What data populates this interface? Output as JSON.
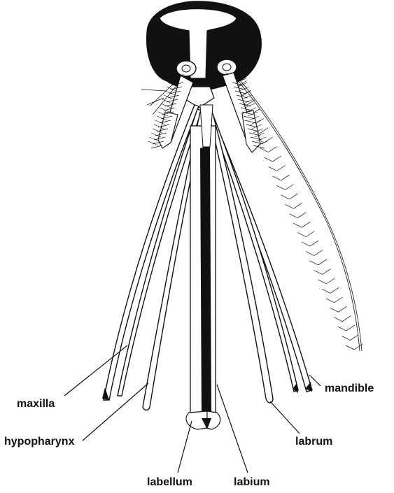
{
  "labels": {
    "maxilla": "maxilla",
    "mandible": "mandible",
    "hypopharynx": "hypopharynx",
    "labrum": "labrum",
    "labellum": "labellum",
    "labium": "labium"
  }
}
